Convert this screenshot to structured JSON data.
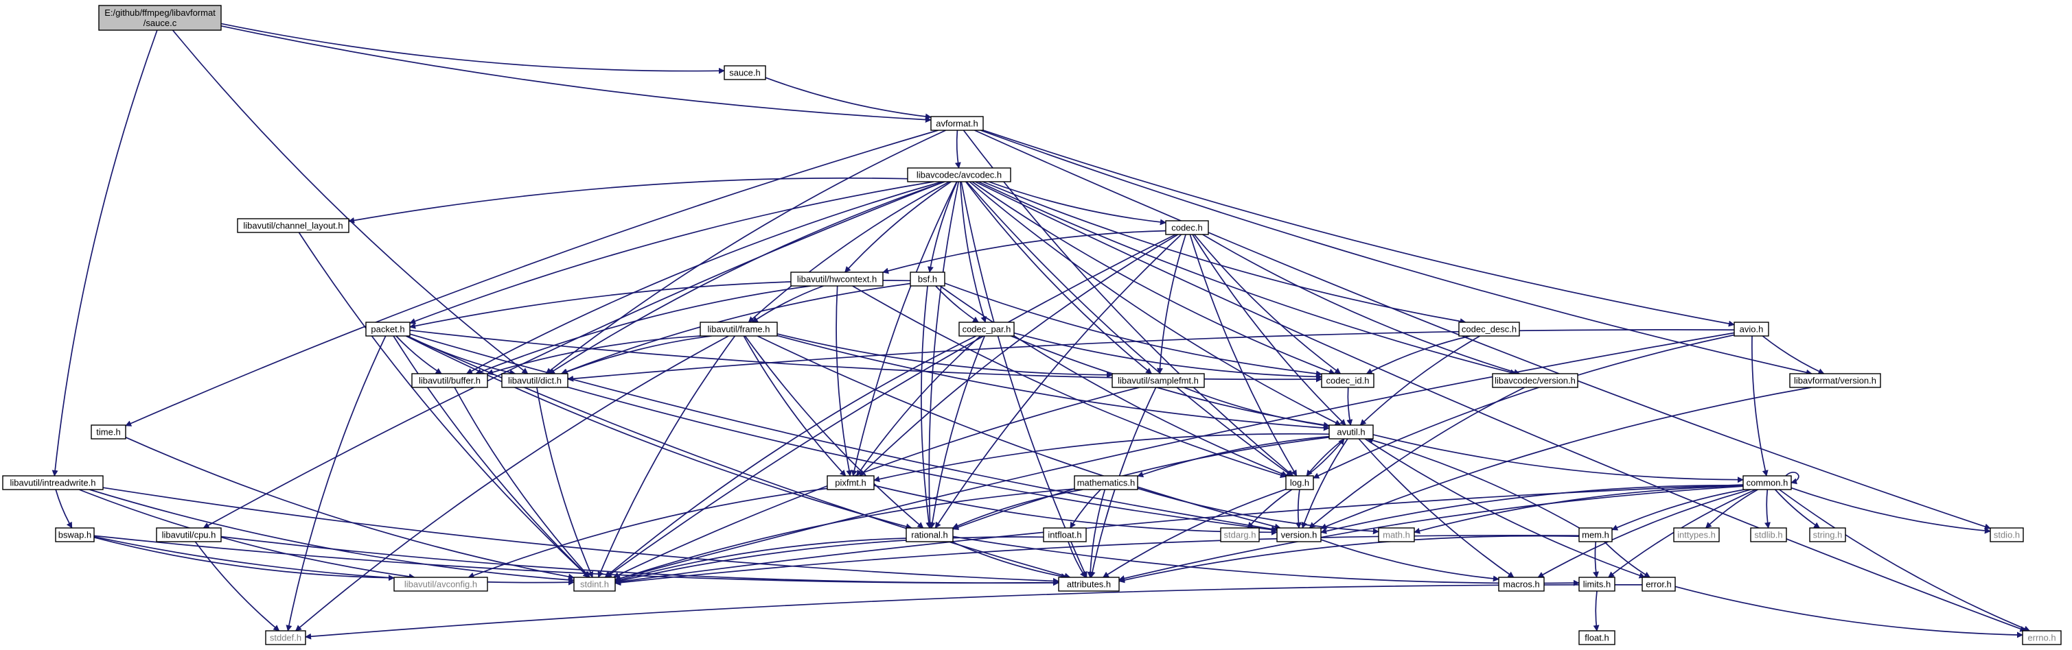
{
  "nodes": [
    {
      "id": "sauce_c",
      "lines": [
        "E:/github/ffmpeg/libavformat",
        "/sauce.c"
      ],
      "style": "root"
    },
    {
      "id": "sauce_h",
      "lines": [
        "sauce.h"
      ],
      "style": "normal"
    },
    {
      "id": "avformat_h",
      "lines": [
        "avformat.h"
      ],
      "style": "normal"
    },
    {
      "id": "avcodec_h",
      "lines": [
        "libavcodec/avcodec.h"
      ],
      "style": "normal"
    },
    {
      "id": "channel_layout_h",
      "lines": [
        "libavutil/channel_layout.h"
      ],
      "style": "normal"
    },
    {
      "id": "codec_h",
      "lines": [
        "codec.h"
      ],
      "style": "normal"
    },
    {
      "id": "hwcontext_h",
      "lines": [
        "libavutil/hwcontext.h"
      ],
      "style": "normal"
    },
    {
      "id": "bsf_h",
      "lines": [
        "bsf.h"
      ],
      "style": "normal"
    },
    {
      "id": "frame_h",
      "lines": [
        "libavutil/frame.h"
      ],
      "style": "normal"
    },
    {
      "id": "packet_h",
      "lines": [
        "packet.h"
      ],
      "style": "normal"
    },
    {
      "id": "codec_par_h",
      "lines": [
        "codec_par.h"
      ],
      "style": "normal"
    },
    {
      "id": "codec_desc_h",
      "lines": [
        "codec_desc.h"
      ],
      "style": "normal"
    },
    {
      "id": "avio_h",
      "lines": [
        "avio.h"
      ],
      "style": "normal"
    },
    {
      "id": "buffer_h",
      "lines": [
        "libavutil/buffer.h"
      ],
      "style": "normal"
    },
    {
      "id": "dict_h",
      "lines": [
        "libavutil/dict.h"
      ],
      "style": "normal"
    },
    {
      "id": "samplefmt_h",
      "lines": [
        "libavutil/samplefmt.h"
      ],
      "style": "normal"
    },
    {
      "id": "codec_id_h",
      "lines": [
        "codec_id.h"
      ],
      "style": "normal"
    },
    {
      "id": "avcodec_version_h",
      "lines": [
        "libavcodec/version.h"
      ],
      "style": "normal"
    },
    {
      "id": "avformat_version_h",
      "lines": [
        "libavformat/version.h"
      ],
      "style": "normal"
    },
    {
      "id": "time_h",
      "lines": [
        "time.h"
      ],
      "style": "normal"
    },
    {
      "id": "avutil_h",
      "lines": [
        "avutil.h"
      ],
      "style": "normal"
    },
    {
      "id": "intreadwrite_h",
      "lines": [
        "libavutil/intreadwrite.h"
      ],
      "style": "normal"
    },
    {
      "id": "pixfmt_h",
      "lines": [
        "pixfmt.h"
      ],
      "style": "normal"
    },
    {
      "id": "mathematics_h",
      "lines": [
        "mathematics.h"
      ],
      "style": "normal"
    },
    {
      "id": "log_h",
      "lines": [
        "log.h"
      ],
      "style": "normal"
    },
    {
      "id": "common_h",
      "lines": [
        "common.h"
      ],
      "style": "normal"
    },
    {
      "id": "bswap_h",
      "lines": [
        "bswap.h"
      ],
      "style": "normal"
    },
    {
      "id": "cpu_h",
      "lines": [
        "libavutil/cpu.h"
      ],
      "style": "normal"
    },
    {
      "id": "rational_h",
      "lines": [
        "rational.h"
      ],
      "style": "normal"
    },
    {
      "id": "intfloat_h",
      "lines": [
        "intfloat.h"
      ],
      "style": "normal"
    },
    {
      "id": "version_h",
      "lines": [
        "version.h"
      ],
      "style": "normal"
    },
    {
      "id": "math_h",
      "lines": [
        "math.h"
      ],
      "style": "system"
    },
    {
      "id": "inttypes_h",
      "lines": [
        "inttypes.h"
      ],
      "style": "system"
    },
    {
      "id": "stdlib_h",
      "lines": [
        "stdlib.h"
      ],
      "style": "system"
    },
    {
      "id": "string_h",
      "lines": [
        "string.h"
      ],
      "style": "system"
    },
    {
      "id": "stdio_h",
      "lines": [
        "stdio.h"
      ],
      "style": "system"
    },
    {
      "id": "stdarg_h",
      "lines": [
        "stdarg.h"
      ],
      "style": "system"
    },
    {
      "id": "mem_h",
      "lines": [
        "mem.h"
      ],
      "style": "normal"
    },
    {
      "id": "avconfig_h",
      "lines": [
        "libavutil/avconfig.h"
      ],
      "style": "system"
    },
    {
      "id": "stdint_h",
      "lines": [
        "stdint.h"
      ],
      "style": "system"
    },
    {
      "id": "attributes_h",
      "lines": [
        "attributes.h"
      ],
      "style": "normal"
    },
    {
      "id": "macros_h",
      "lines": [
        "macros.h"
      ],
      "style": "normal"
    },
    {
      "id": "limits_h",
      "lines": [
        "limits.h"
      ],
      "style": "normal"
    },
    {
      "id": "error_h",
      "lines": [
        "error.h"
      ],
      "style": "normal"
    },
    {
      "id": "stddef_h",
      "lines": [
        "stddef.h"
      ],
      "style": "system"
    },
    {
      "id": "float_h",
      "lines": [
        "float.h"
      ],
      "style": "normal"
    },
    {
      "id": "errno_h",
      "lines": [
        "errno.h"
      ],
      "style": "system"
    }
  ],
  "edges": [
    [
      "sauce_c",
      "sauce_h"
    ],
    [
      "sauce_c",
      "avformat_h"
    ],
    [
      "sauce_c",
      "dict_h"
    ],
    [
      "sauce_c",
      "intreadwrite_h"
    ],
    [
      "sauce_h",
      "avformat_h"
    ],
    [
      "avformat_h",
      "time_h"
    ],
    [
      "avformat_h",
      "stdio_h"
    ],
    [
      "avformat_h",
      "avcodec_h"
    ],
    [
      "avformat_h",
      "dict_h"
    ],
    [
      "avformat_h",
      "log_h"
    ],
    [
      "avformat_h",
      "avio_h"
    ],
    [
      "avformat_h",
      "avformat_version_h"
    ],
    [
      "avcodec_h",
      "errno_h"
    ],
    [
      "avcodec_h",
      "samplefmt_h"
    ],
    [
      "avcodec_h",
      "attributes_h"
    ],
    [
      "avcodec_h",
      "avutil_h"
    ],
    [
      "avcodec_h",
      "buffer_h"
    ],
    [
      "avcodec_h",
      "cpu_h"
    ],
    [
      "avcodec_h",
      "channel_layout_h"
    ],
    [
      "avcodec_h",
      "dict_h"
    ],
    [
      "avcodec_h",
      "frame_h"
    ],
    [
      "avcodec_h",
      "hwcontext_h"
    ],
    [
      "avcodec_h",
      "log_h"
    ],
    [
      "avcodec_h",
      "pixfmt_h"
    ],
    [
      "avcodec_h",
      "rational_h"
    ],
    [
      "avcodec_h",
      "bsf_h"
    ],
    [
      "avcodec_h",
      "codec_h"
    ],
    [
      "avcodec_h",
      "codec_desc_h"
    ],
    [
      "avcodec_h",
      "codec_par_h"
    ],
    [
      "avcodec_h",
      "codec_id_h"
    ],
    [
      "avcodec_h",
      "packet_h"
    ],
    [
      "avcodec_h",
      "avcodec_version_h"
    ],
    [
      "channel_layout_h",
      "stdint_h"
    ],
    [
      "codec_h",
      "stdint_h"
    ],
    [
      "codec_h",
      "hwcontext_h"
    ],
    [
      "codec_h",
      "log_h"
    ],
    [
      "codec_h",
      "pixfmt_h"
    ],
    [
      "codec_h",
      "rational_h"
    ],
    [
      "codec_h",
      "samplefmt_h"
    ],
    [
      "codec_h",
      "avutil_h"
    ],
    [
      "codec_h",
      "codec_id_h"
    ],
    [
      "codec_h",
      "avcodec_version_h"
    ],
    [
      "hwcontext_h",
      "buffer_h"
    ],
    [
      "hwcontext_h",
      "frame_h"
    ],
    [
      "hwcontext_h",
      "log_h"
    ],
    [
      "hwcontext_h",
      "pixfmt_h"
    ],
    [
      "bsf_h",
      "dict_h"
    ],
    [
      "bsf_h",
      "log_h"
    ],
    [
      "bsf_h",
      "rational_h"
    ],
    [
      "bsf_h",
      "codec_id_h"
    ],
    [
      "bsf_h",
      "codec_par_h"
    ],
    [
      "bsf_h",
      "packet_h"
    ],
    [
      "frame_h",
      "stddef_h"
    ],
    [
      "frame_h",
      "stdint_h"
    ],
    [
      "frame_h",
      "avutil_h"
    ],
    [
      "frame_h",
      "buffer_h"
    ],
    [
      "frame_h",
      "dict_h"
    ],
    [
      "frame_h",
      "rational_h"
    ],
    [
      "frame_h",
      "samplefmt_h"
    ],
    [
      "frame_h",
      "pixfmt_h"
    ],
    [
      "frame_h",
      "version_h"
    ],
    [
      "packet_h",
      "stddef_h"
    ],
    [
      "packet_h",
      "stdint_h"
    ],
    [
      "packet_h",
      "attributes_h"
    ],
    [
      "packet_h",
      "buffer_h"
    ],
    [
      "packet_h",
      "dict_h"
    ],
    [
      "packet_h",
      "rational_h"
    ],
    [
      "packet_h",
      "codec_id_h"
    ],
    [
      "packet_h",
      "version_h"
    ],
    [
      "codec_par_h",
      "stdint_h"
    ],
    [
      "codec_par_h",
      "avutil_h"
    ],
    [
      "codec_par_h",
      "rational_h"
    ],
    [
      "codec_par_h",
      "pixfmt_h"
    ],
    [
      "codec_par_h",
      "codec_id_h"
    ],
    [
      "codec_desc_h",
      "avutil_h"
    ],
    [
      "codec_desc_h",
      "codec_id_h"
    ],
    [
      "avio_h",
      "stdint_h"
    ],
    [
      "avio_h",
      "common_h"
    ],
    [
      "avio_h",
      "dict_h"
    ],
    [
      "avio_h",
      "log_h"
    ],
    [
      "avio_h",
      "avformat_version_h"
    ],
    [
      "buffer_h",
      "stdint_h"
    ],
    [
      "dict_h",
      "stdint_h"
    ],
    [
      "dict_h",
      "version_h"
    ],
    [
      "samplefmt_h",
      "stdint_h"
    ],
    [
      "samplefmt_h",
      "avutil_h"
    ],
    [
      "samplefmt_h",
      "attributes_h"
    ],
    [
      "codec_id_h",
      "avutil_h"
    ],
    [
      "avcodec_version_h",
      "version_h"
    ],
    [
      "avformat_version_h",
      "version_h"
    ],
    [
      "time_h",
      "stdint_h"
    ],
    [
      "avutil_h",
      "common_h"
    ],
    [
      "avutil_h",
      "error_h"
    ],
    [
      "avutil_h",
      "rational_h"
    ],
    [
      "avutil_h",
      "version_h"
    ],
    [
      "avutil_h",
      "macros_h"
    ],
    [
      "avutil_h",
      "mathematics_h"
    ],
    [
      "avutil_h",
      "log_h"
    ],
    [
      "avutil_h",
      "pixfmt_h"
    ],
    [
      "common_h",
      "errno_h"
    ],
    [
      "common_h",
      "inttypes_h"
    ],
    [
      "common_h",
      "limits_h"
    ],
    [
      "common_h",
      "math_h"
    ],
    [
      "common_h",
      "stdint_h"
    ],
    [
      "common_h",
      "stdio_h"
    ],
    [
      "common_h",
      "stdlib_h"
    ],
    [
      "common_h",
      "string_h"
    ],
    [
      "common_h",
      "attributes_h"
    ],
    [
      "common_h",
      "macros_h"
    ],
    [
      "common_h",
      "version_h"
    ],
    [
      "common_h",
      "mem_h"
    ],
    [
      "common_h",
      "common_h"
    ],
    [
      "mathematics_h",
      "stdint_h"
    ],
    [
      "mathematics_h",
      "math_h"
    ],
    [
      "mathematics_h",
      "attributes_h"
    ],
    [
      "mathematics_h",
      "rational_h"
    ],
    [
      "mathematics_h",
      "intfloat_h"
    ],
    [
      "log_h",
      "stdarg_h"
    ],
    [
      "log_h",
      "avutil_h"
    ],
    [
      "log_h",
      "attributes_h"
    ],
    [
      "log_h",
      "version_h"
    ],
    [
      "pixfmt_h",
      "avconfig_h"
    ],
    [
      "pixfmt_h",
      "version_h"
    ],
    [
      "rational_h",
      "stdint_h"
    ],
    [
      "rational_h",
      "limits_h"
    ],
    [
      "rational_h",
      "attributes_h"
    ],
    [
      "intfloat_h",
      "stdint_h"
    ],
    [
      "intfloat_h",
      "attributes_h"
    ],
    [
      "version_h",
      "macros_h"
    ],
    [
      "mem_h",
      "limits_h"
    ],
    [
      "mem_h",
      "stdint_h"
    ],
    [
      "mem_h",
      "attributes_h"
    ],
    [
      "mem_h",
      "error_h"
    ],
    [
      "mem_h",
      "avutil_h"
    ],
    [
      "error_h",
      "errno_h"
    ],
    [
      "error_h",
      "stddef_h"
    ],
    [
      "limits_h",
      "float_h"
    ],
    [
      "intreadwrite_h",
      "stdint_h"
    ],
    [
      "intreadwrite_h",
      "avconfig_h"
    ],
    [
      "intreadwrite_h",
      "attributes_h"
    ],
    [
      "intreadwrite_h",
      "bswap_h"
    ],
    [
      "bswap_h",
      "stdint_h"
    ],
    [
      "bswap_h",
      "avconfig_h"
    ],
    [
      "bswap_h",
      "attributes_h"
    ],
    [
      "cpu_h",
      "stddef_h"
    ],
    [
      "cpu_h",
      "attributes_h"
    ]
  ],
  "colors": {
    "edge": "#191970",
    "root_fill": "#bfbfbf",
    "node_fill": "#ffffff",
    "node_border": "#000000",
    "system_border": "#bfbfbf",
    "system_text": "#808080"
  }
}
